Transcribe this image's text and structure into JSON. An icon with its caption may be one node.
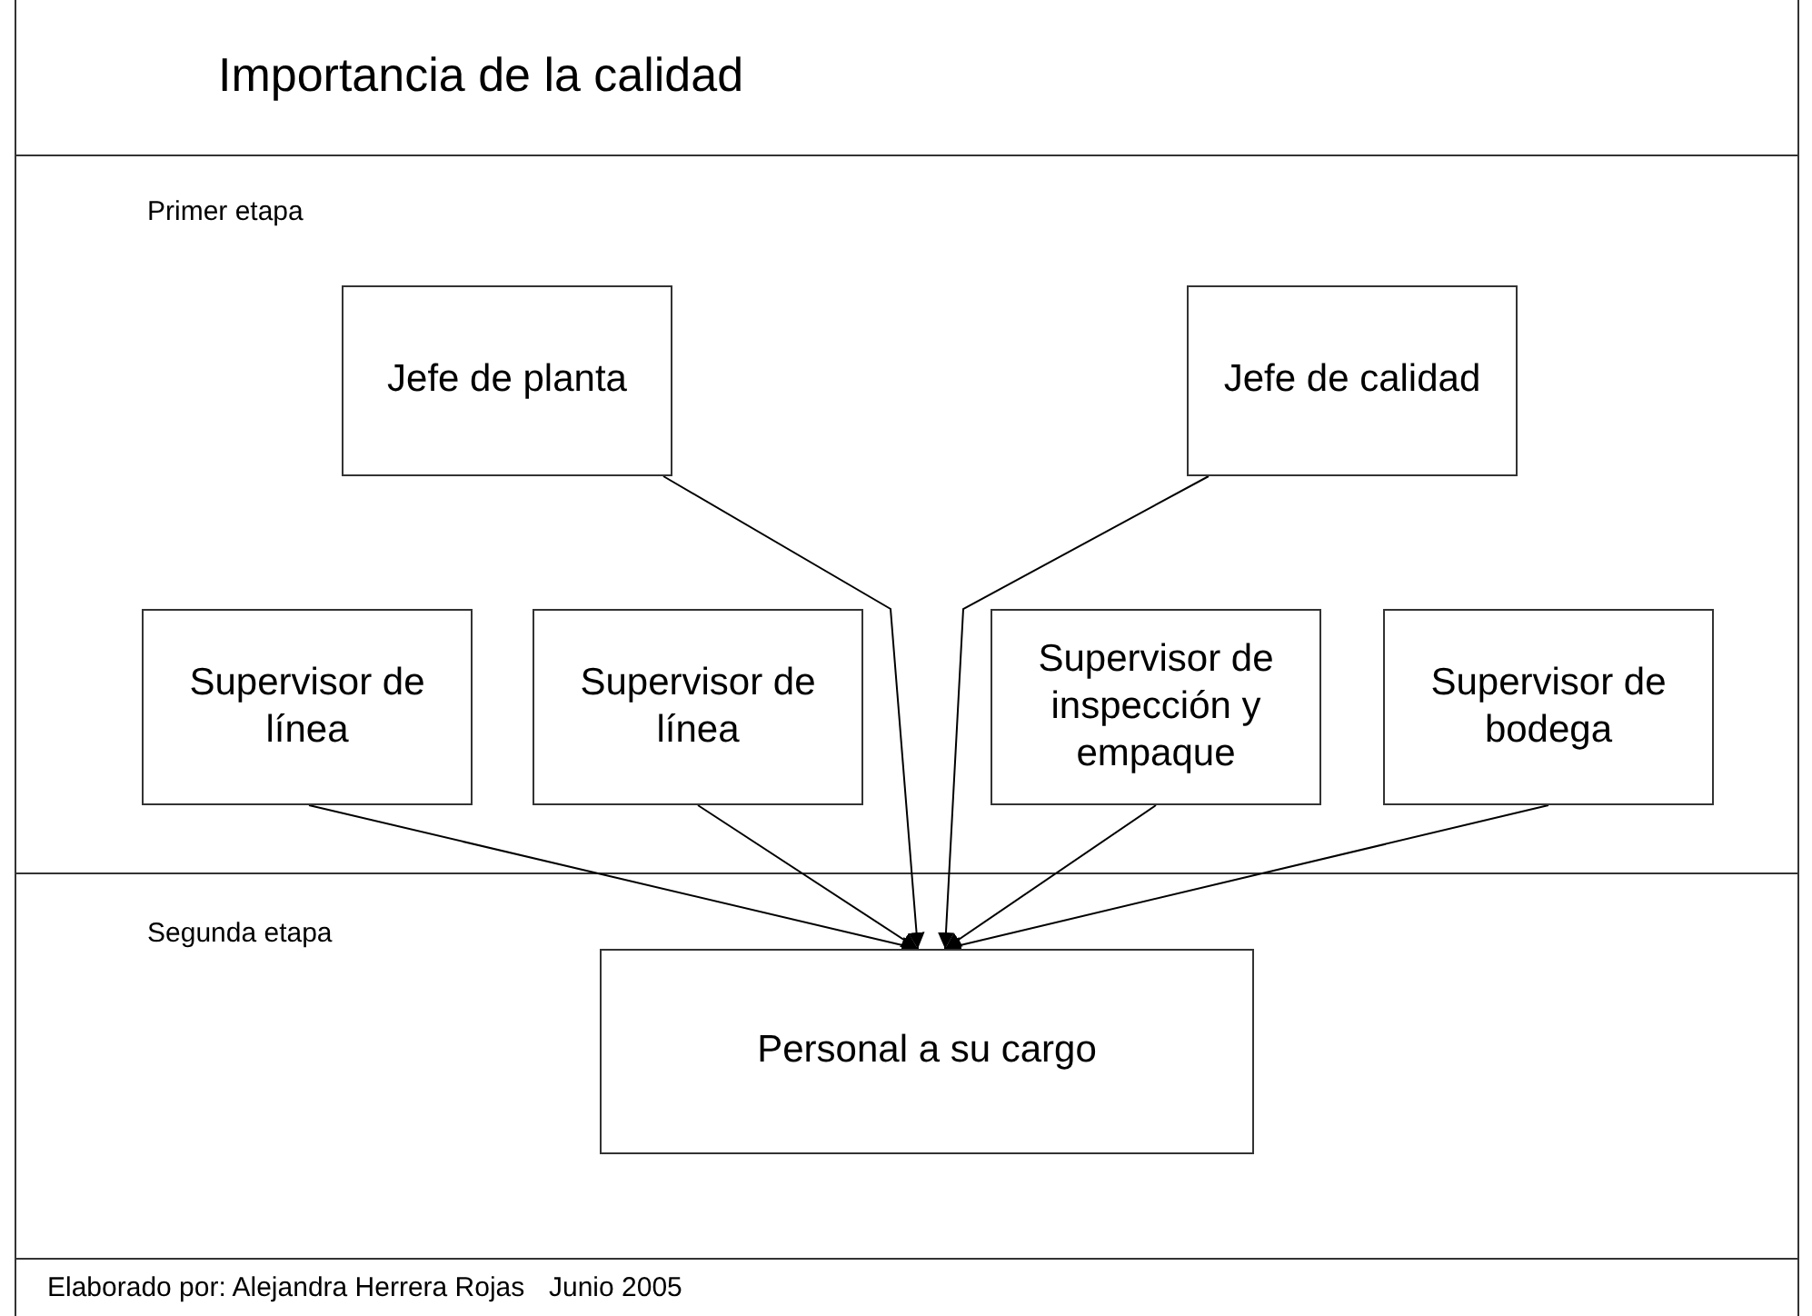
{
  "diagram": {
    "title": "Importancia de la calidad",
    "nodes": [
      {
        "text": [
          "Primer etapa"
        ]
      },
      {
        "text": [
          "Jefe de planta"
        ],
        "in": 0
      },
      {
        "text": [
          "Jefe de calidad"
        ],
        "in": 0
      },
      {
        "text": [
          "Supervisor de línea"
        ],
        "in": 0
      },
      {
        "text": [
          "Supervisor de línea"
        ],
        "in": 0
      },
      {
        "text": [
          "Supervisor de inspección y empaque"
        ],
        "in": 0
      },
      {
        "text": [
          "Supervisor de bodega"
        ],
        "in": 0
      },
      {
        "text": [
          "Segunda etapa"
        ]
      },
      {
        "text": [
          "Personal a su cargo"
        ],
        "in": 7
      }
    ],
    "edges": [
      {
        "from": 1,
        "to": 8,
        "arrow": "to"
      },
      {
        "from": 2,
        "to": 8,
        "arrow": "to"
      },
      {
        "from": 3,
        "to": 8,
        "arrow": "to"
      },
      {
        "from": 4,
        "to": 8,
        "arrow": "to"
      },
      {
        "from": 5,
        "to": 8,
        "arrow": "to"
      },
      {
        "from": 6,
        "to": 8,
        "arrow": "to"
      }
    ],
    "labels": [
      "Elaborado por: Alejandra Herrera Rojas",
      "Junio 2005"
    ]
  }
}
